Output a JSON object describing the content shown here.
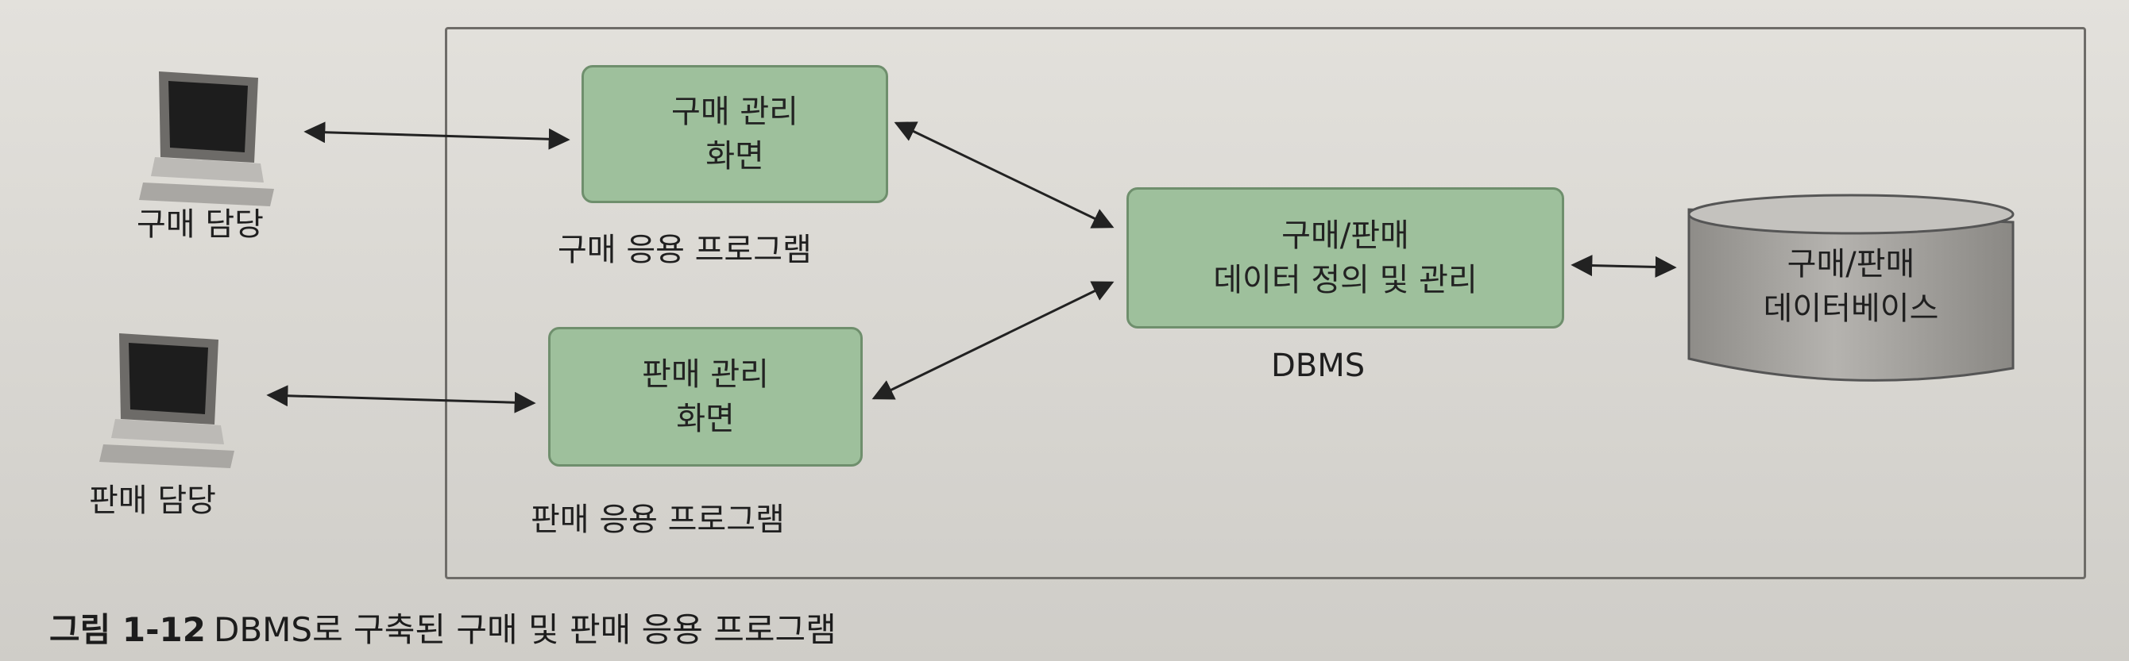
{
  "boxes": {
    "purchase_screen": {
      "line1": "구매 관리",
      "line2": "화면"
    },
    "sales_screen": {
      "line1": "판매 관리",
      "line2": "화면"
    },
    "dbms_box": {
      "line1": "구매/판매",
      "line2": "데이터 정의 및 관리"
    }
  },
  "labels": {
    "purchase_staff": "구매 담당",
    "sales_staff": "판매 담당",
    "purchase_app": "구매 응용 프로그램",
    "sales_app": "판매 응용 프로그램",
    "dbms": "DBMS"
  },
  "database": {
    "line1": "구매/판매",
    "line2": "데이터베이스"
  },
  "caption": {
    "number": "그림 1-12",
    "title": "DBMS로 구축된 구매 및 판매 응용 프로그램"
  },
  "icons": {
    "purchase_monitor": "monitor-icon",
    "sales_monitor": "monitor-icon",
    "database": "database-cylinder-icon"
  },
  "colors": {
    "box_fill": "#9ec09c",
    "box_border": "#6f8f6d",
    "database_fill": "#9c9a96"
  }
}
